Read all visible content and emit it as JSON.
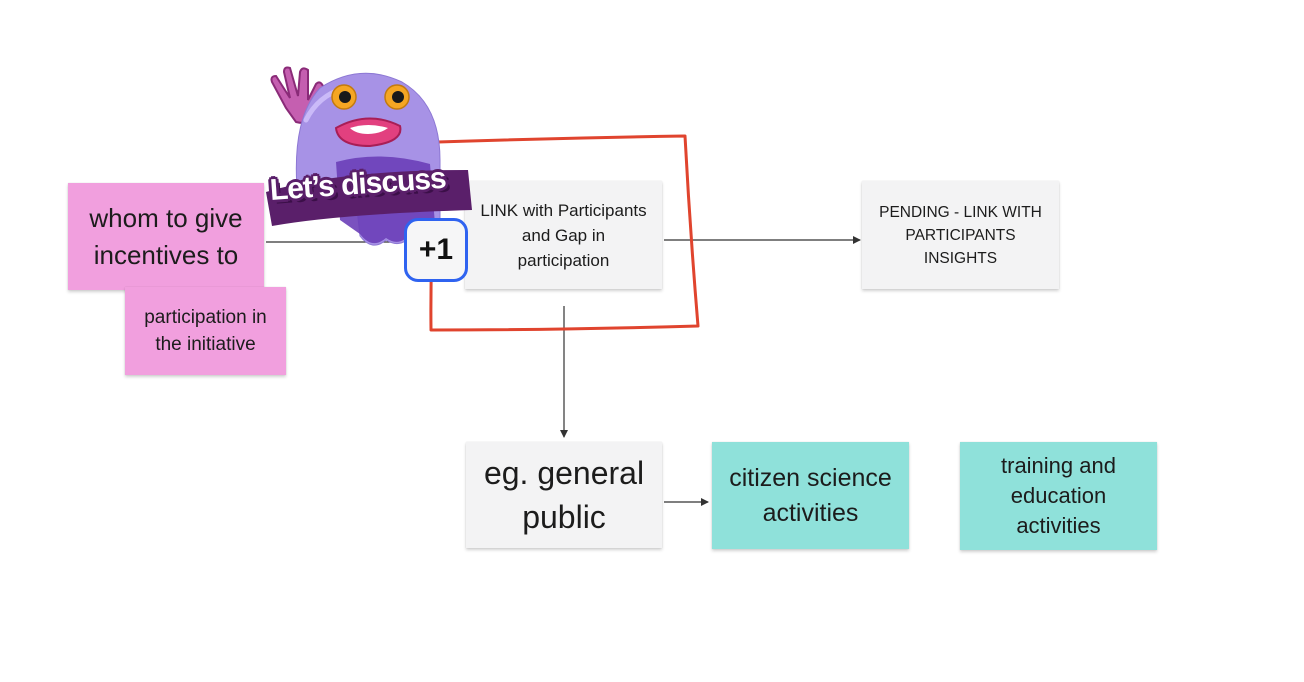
{
  "notes": {
    "whom": "whom to give incentives to",
    "participation": "participation in the initiative",
    "link": "LINK with Participants and Gap in participation",
    "pending": "PENDING - LINK WITH PARTICIPANTS INSIGHTS",
    "eg": "eg. general public",
    "citizen": "citizen science activities",
    "training": "training and education activities"
  },
  "sticker": {
    "text": "Let’s discuss",
    "icon": "waving-blob-monster-sticker"
  },
  "badge": {
    "label": "+1"
  },
  "colors": {
    "pink_note": "#f19fde",
    "gray_note": "#f3f3f4",
    "teal_note": "#8fe1da",
    "highlight_stroke": "#e0442e",
    "badge_border": "#2f63f0",
    "connector": "#333333"
  }
}
